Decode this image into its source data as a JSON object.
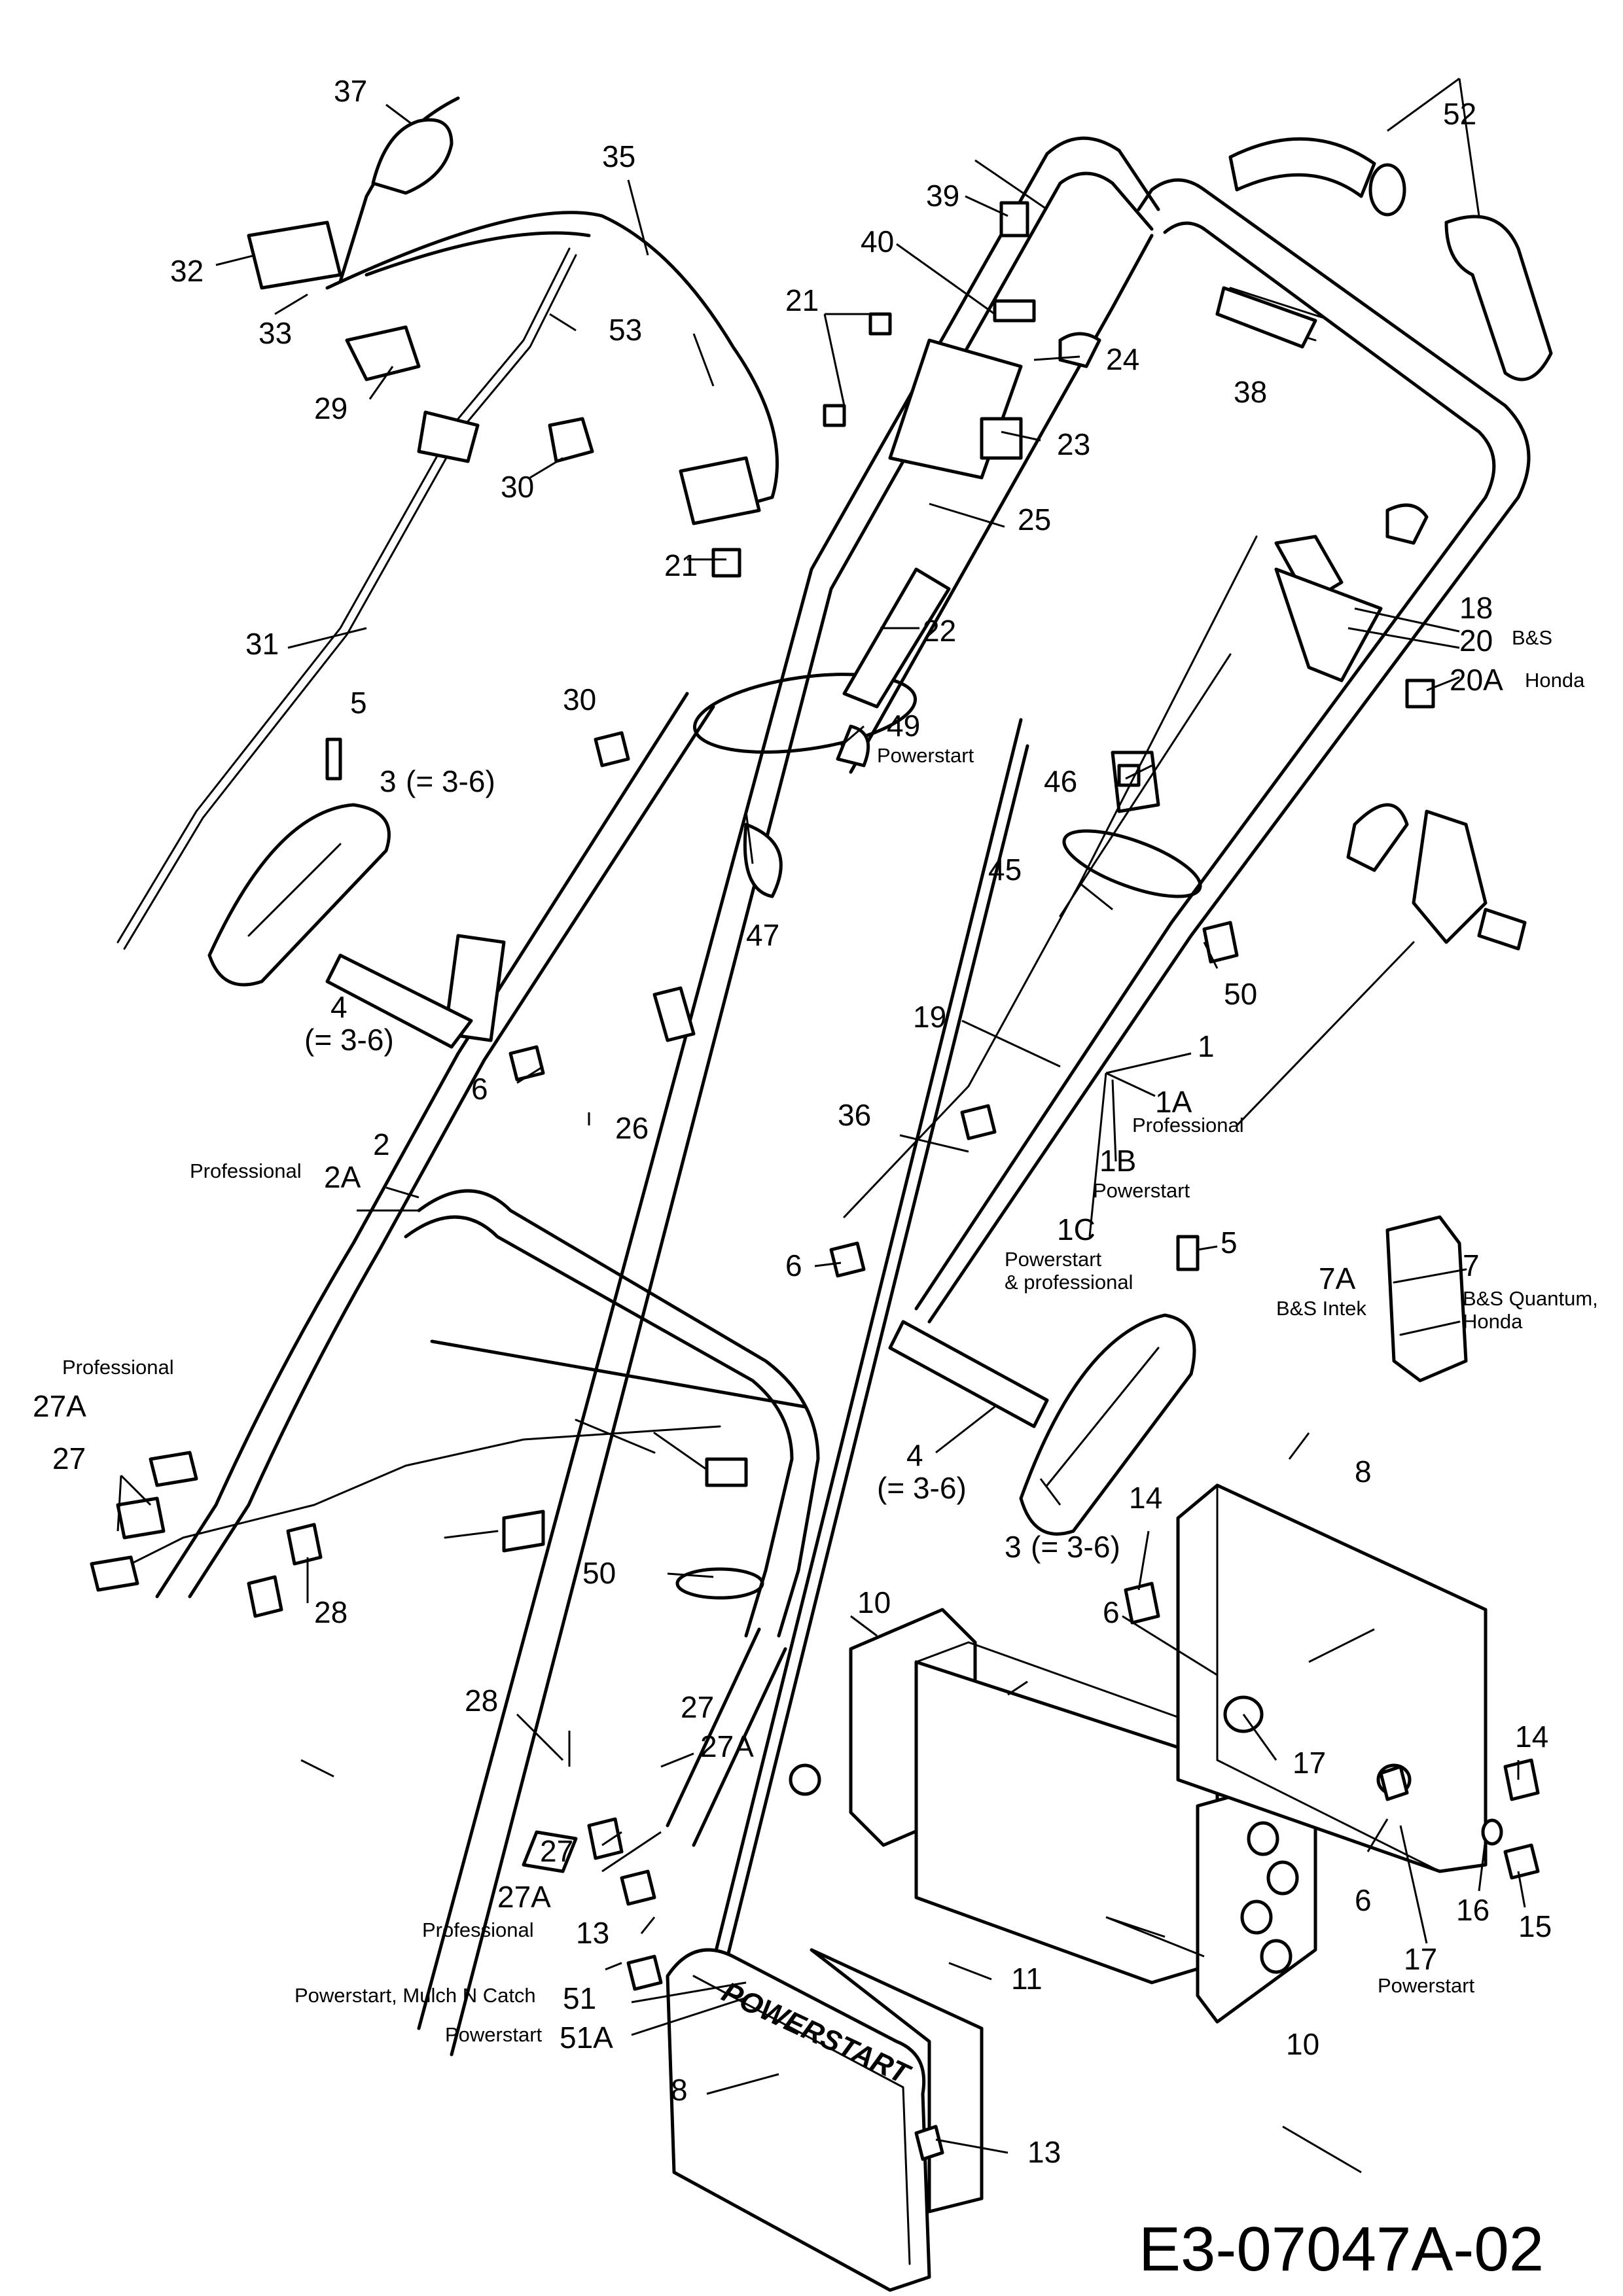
{
  "drawing_code": "E3-07047A-02",
  "brand_text": "POWERSTART",
  "callouts": {
    "c1": "1",
    "c1A": "1A",
    "c1B": "1B",
    "c1C": "1C",
    "c2": "2",
    "c2A": "2A",
    "c3a": "3",
    "c3b": "3",
    "c4a": "4",
    "c4b": "4",
    "c5a": "5",
    "c5b": "5",
    "c6a": "6",
    "c6b": "6",
    "c6c": "6",
    "c6d": "6",
    "c7": "7",
    "c7A": "7A",
    "c8a": "8",
    "c8b": "8",
    "c10a": "10",
    "c10b": "10",
    "c11": "11",
    "c13a": "13",
    "c13b": "13",
    "c14a": "14",
    "c14b": "14",
    "c15": "15",
    "c16": "16",
    "c17a": "17",
    "c17b": "17",
    "c18": "18",
    "c19": "19",
    "c20": "20",
    "c20A": "20A",
    "c21a": "21",
    "c21b": "21",
    "c22": "22",
    "c23": "23",
    "c24": "24",
    "c25": "25",
    "c26": "26",
    "c27a": "27",
    "c27b": "27",
    "c27c": "27",
    "c27Aa": "27A",
    "c27Ab": "27A",
    "c27Ac": "27A",
    "c28a": "28",
    "c28b": "28",
    "c29": "29",
    "c30a": "30",
    "c30b": "30",
    "c31": "31",
    "c32": "32",
    "c33": "33",
    "c35": "35",
    "c36": "36",
    "c37": "37",
    "c38": "38",
    "c39": "39",
    "c40": "40",
    "c45": "45",
    "c46": "46",
    "c47": "47",
    "c49": "49",
    "c50a": "50",
    "c50b": "50",
    "c51": "51",
    "c51A": "51A",
    "c52": "52",
    "c53": "53"
  },
  "notes": {
    "range_3_6": "(= 3-6)",
    "bs": "B&S",
    "honda": "Honda",
    "powerstart": "Powerstart",
    "professional": "Professional",
    "powerstart_professional_l1": "Powerstart",
    "powerstart_professional_l2": "& professional",
    "bs_intek": "B&S Intek",
    "bs_quantum_l1": "B&S Quantum,",
    "bs_quantum_l2": "Honda",
    "powerstart_mulch": "Powerstart, Mulch N Catch"
  }
}
